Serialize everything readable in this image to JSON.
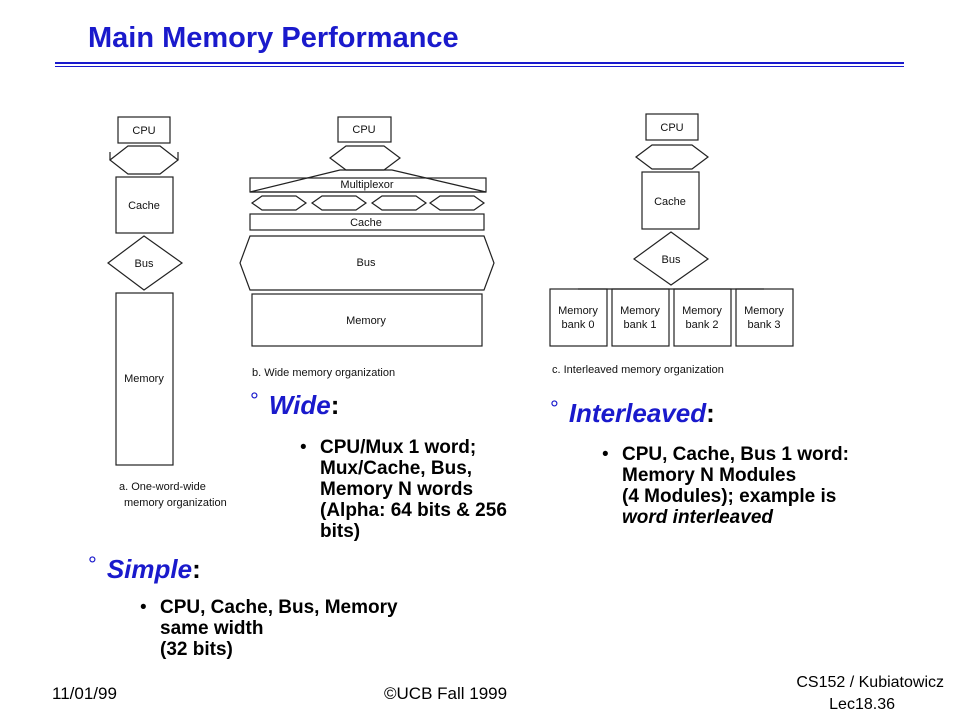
{
  "slide": {
    "title": "Main Memory Performance",
    "accent_color": "#1a1acc"
  },
  "diagrams": {
    "simple": {
      "cpu": "CPU",
      "cache": "Cache",
      "bus": "Bus",
      "memory": "Memory",
      "caption_line1": "a. One-word-wide",
      "caption_line2": "memory organization"
    },
    "wide": {
      "cpu": "CPU",
      "mux": "Multiplexor",
      "cache": "Cache",
      "bus": "Bus",
      "memory": "Memory",
      "caption": "b. Wide memory organization"
    },
    "interleaved": {
      "cpu": "CPU",
      "cache": "Cache",
      "bus": "Bus",
      "banks": [
        {
          "line1": "Memory",
          "line2": "bank 0"
        },
        {
          "line1": "Memory",
          "line2": "bank 1"
        },
        {
          "line1": "Memory",
          "line2": "bank 2"
        },
        {
          "line1": "Memory",
          "line2": "bank 3"
        }
      ],
      "caption": "c. Interleaved memory organization"
    }
  },
  "sections": {
    "wide": {
      "marker": "°",
      "keyword": "Wide",
      "colon": ":",
      "bullet_lines": [
        "CPU/Mux 1 word;",
        "Mux/Cache, Bus,",
        "Memory N words",
        "(Alpha: 64 bits & 256",
        "bits)"
      ]
    },
    "interleaved": {
      "marker": "°",
      "keyword": "Interleaved",
      "colon": ":",
      "bullet_line1": "CPU, Cache, Bus 1 word:",
      "bullet_line2": "Memory N Modules",
      "bullet_line3": "(4 Modules); example is",
      "bullet_line4": "word interleaved"
    },
    "simple": {
      "marker": "°",
      "keyword": "Simple",
      "colon": ":",
      "bullet_lines": [
        "CPU, Cache, Bus, Memory",
        "same width",
        "(32 bits)"
      ]
    }
  },
  "footer": {
    "date": "11/01/99",
    "copyright": "©UCB Fall 1999",
    "course": "CS152 / Kubiatowicz",
    "lecture": "Lec18.36"
  }
}
